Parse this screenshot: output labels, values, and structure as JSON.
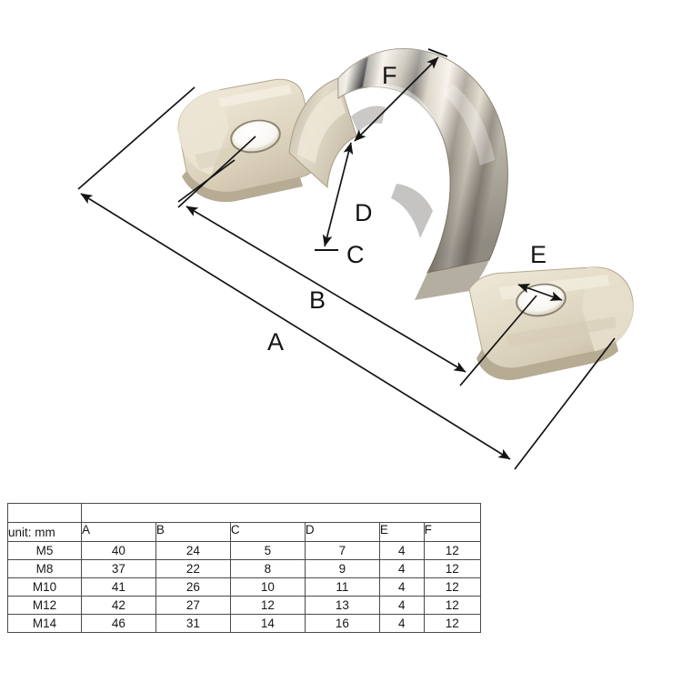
{
  "figure": {
    "caption_alt": "pipe saddle clamp with dimension callouts",
    "dimension_labels": {
      "a": "A",
      "b": "B",
      "c": "C",
      "d": "D",
      "e": "E",
      "f": "F"
    },
    "colors": {
      "metal_light": "#efe8d8",
      "metal_mid": "#cfc6b4",
      "metal_shadow": "#6e6a63",
      "metal_dark": "#4b4944",
      "line": "#141414",
      "background": "#ffffff"
    }
  },
  "table": {
    "unit_label": "unit: mm",
    "column_headers": [
      "A",
      "B",
      "C",
      "D",
      "E",
      "F"
    ],
    "rows": [
      {
        "size": "M5",
        "values": [
          "40",
          "24",
          "5",
          "7",
          "4",
          "12"
        ]
      },
      {
        "size": "M8",
        "values": [
          "37",
          "22",
          "8",
          "9",
          "4",
          "12"
        ]
      },
      {
        "size": "M10",
        "values": [
          "41",
          "26",
          "10",
          "11",
          "4",
          "12"
        ]
      },
      {
        "size": "M12",
        "values": [
          "42",
          "27",
          "12",
          "13",
          "4",
          "12"
        ]
      },
      {
        "size": "M14",
        "values": [
          "46",
          "31",
          "14",
          "16",
          "4",
          "12"
        ]
      }
    ]
  }
}
